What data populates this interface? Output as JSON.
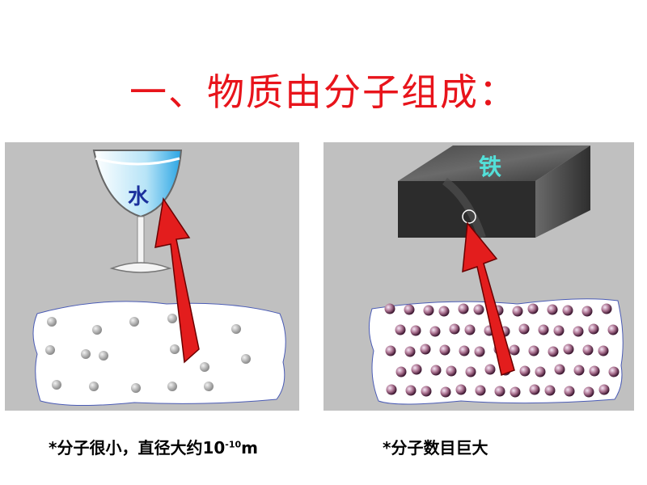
{
  "title": {
    "text": "一、物质由分子组成：",
    "color": "#e8141b"
  },
  "left_panel": {
    "glass_label": "水",
    "glass_label_color": "#1a2f9c",
    "arrow_color": "#e31d1d",
    "background": "#c0c0c0"
  },
  "right_panel": {
    "block_label": "铁",
    "block_label_color": "#53e0d9",
    "arrow_color": "#e31d1d",
    "background": "#c0c0c0"
  },
  "captions": {
    "left_text": "*分子很小，直径大约10",
    "left_exponent": "-10",
    "left_unit": "m",
    "right_text": "*分子数目巨大"
  }
}
